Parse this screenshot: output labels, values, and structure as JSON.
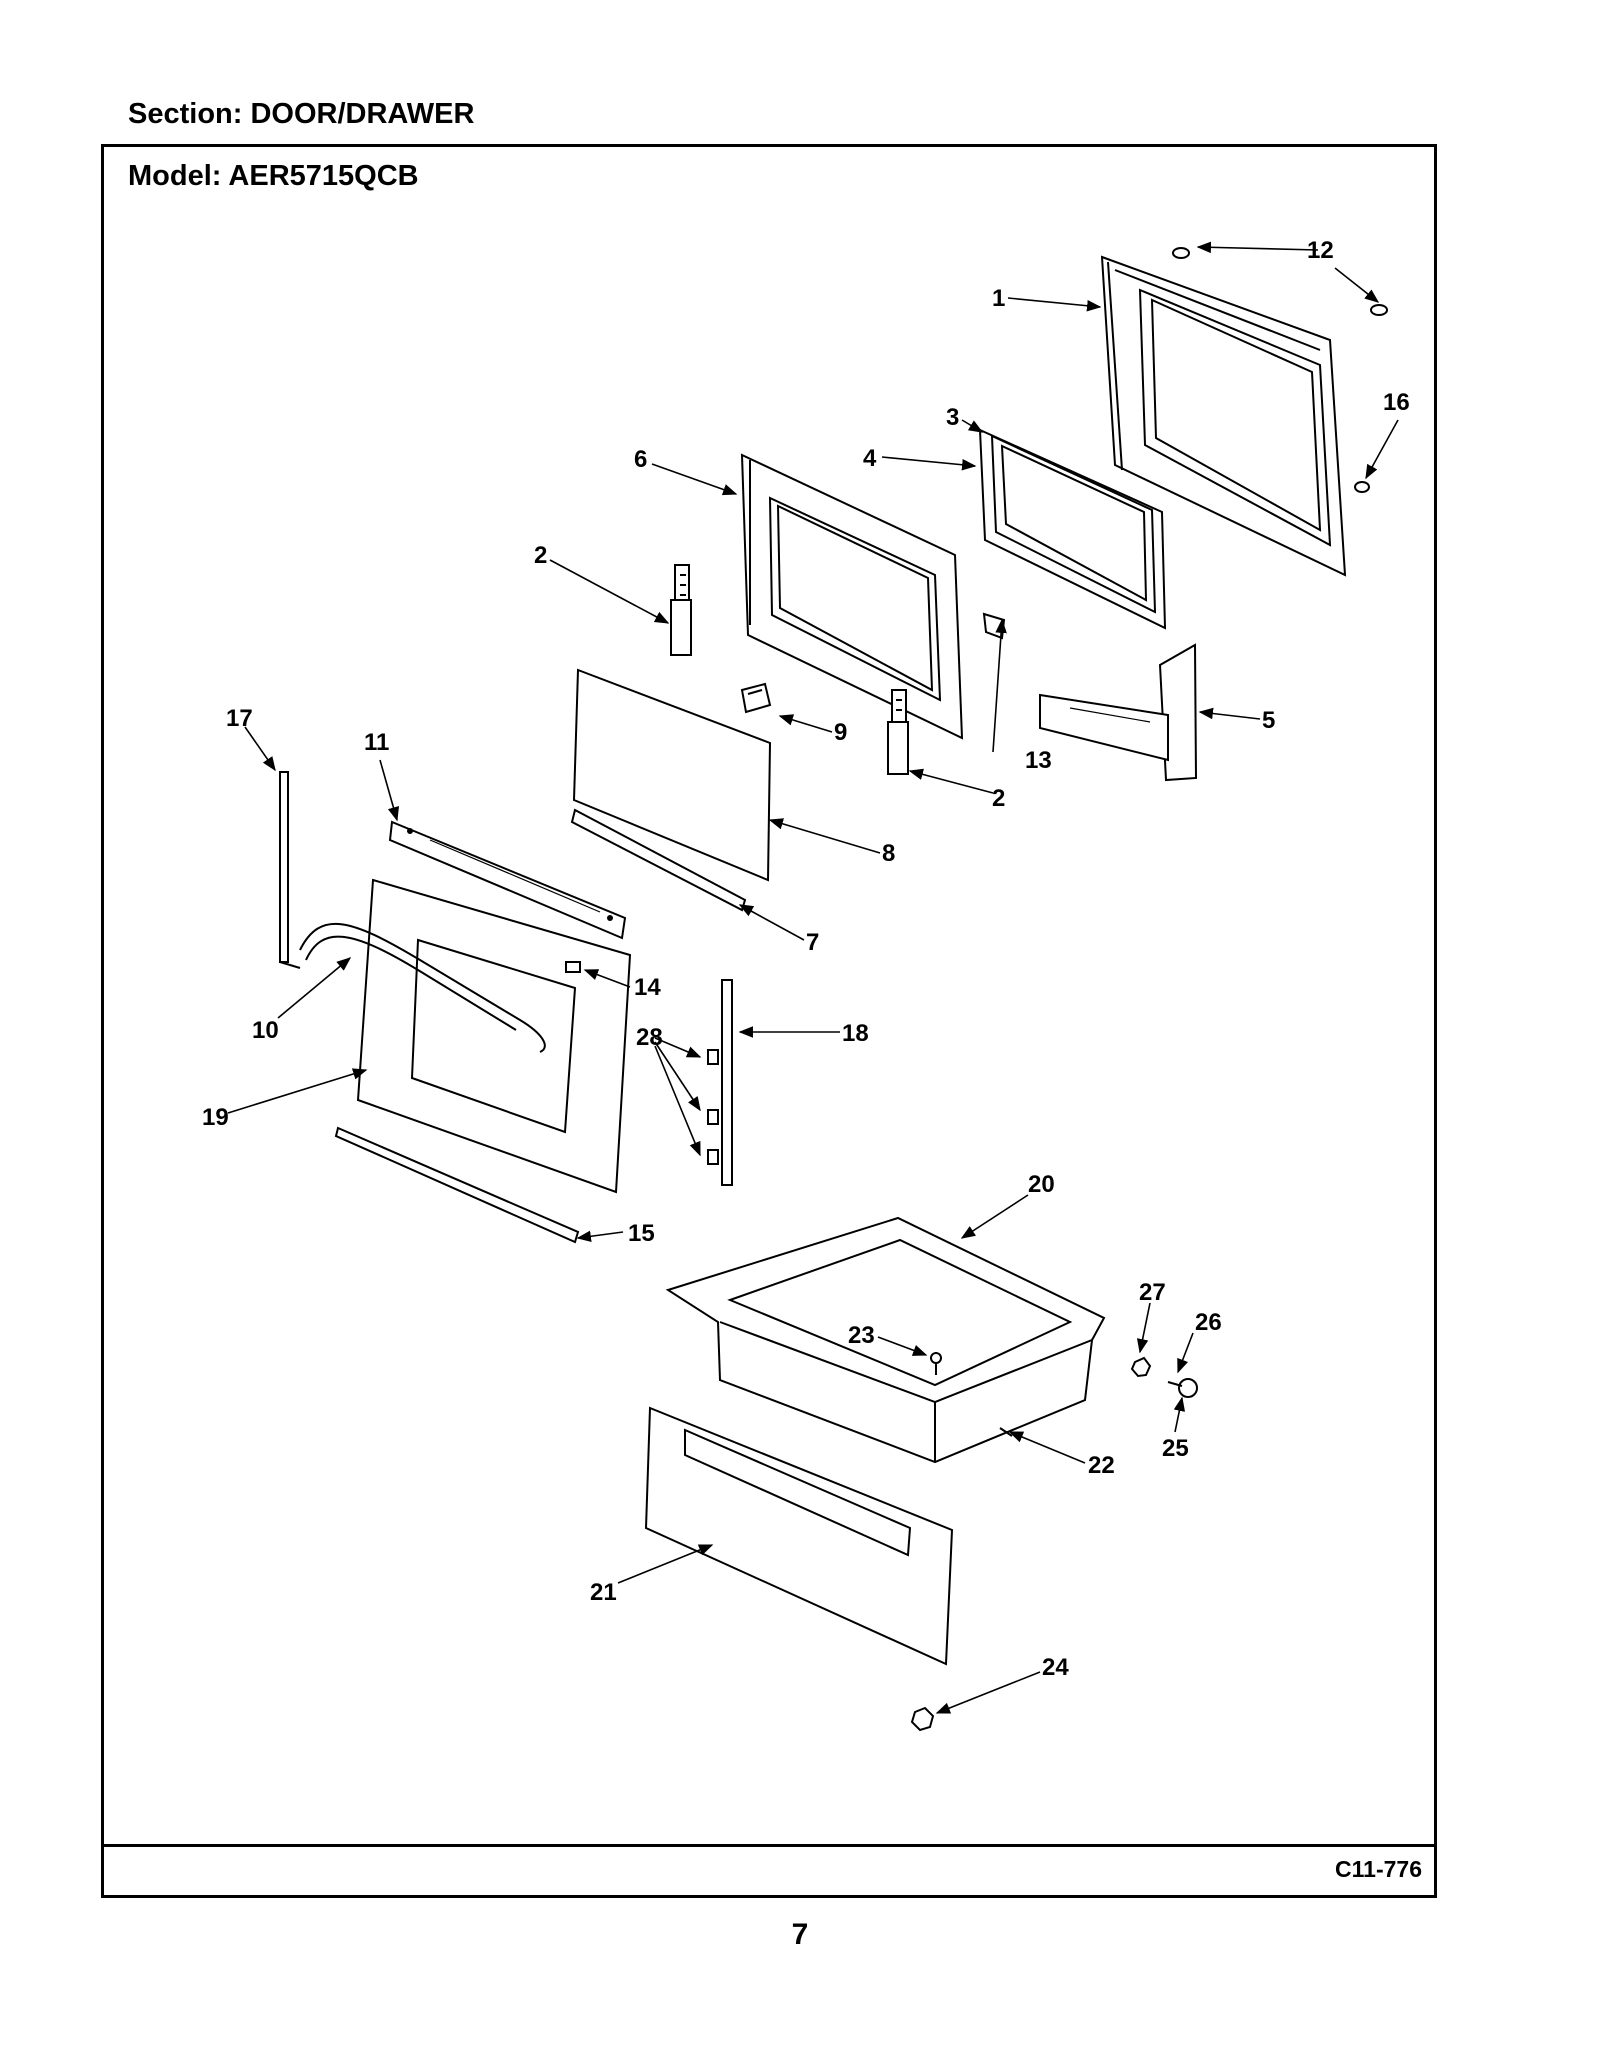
{
  "header": {
    "section": "Section:  DOOR/DRAWER"
  },
  "frame": {
    "model": "Model:  AER5715QCB",
    "code": "C11-776"
  },
  "page": {
    "number": "7"
  },
  "callouts": [
    "1",
    "2",
    "2",
    "3",
    "4",
    "5",
    "6",
    "7",
    "8",
    "9",
    "10",
    "11",
    "12",
    "13",
    "14",
    "15",
    "16",
    "17",
    "18",
    "19",
    "20",
    "21",
    "22",
    "23",
    "24",
    "25",
    "26",
    "27",
    "28"
  ]
}
